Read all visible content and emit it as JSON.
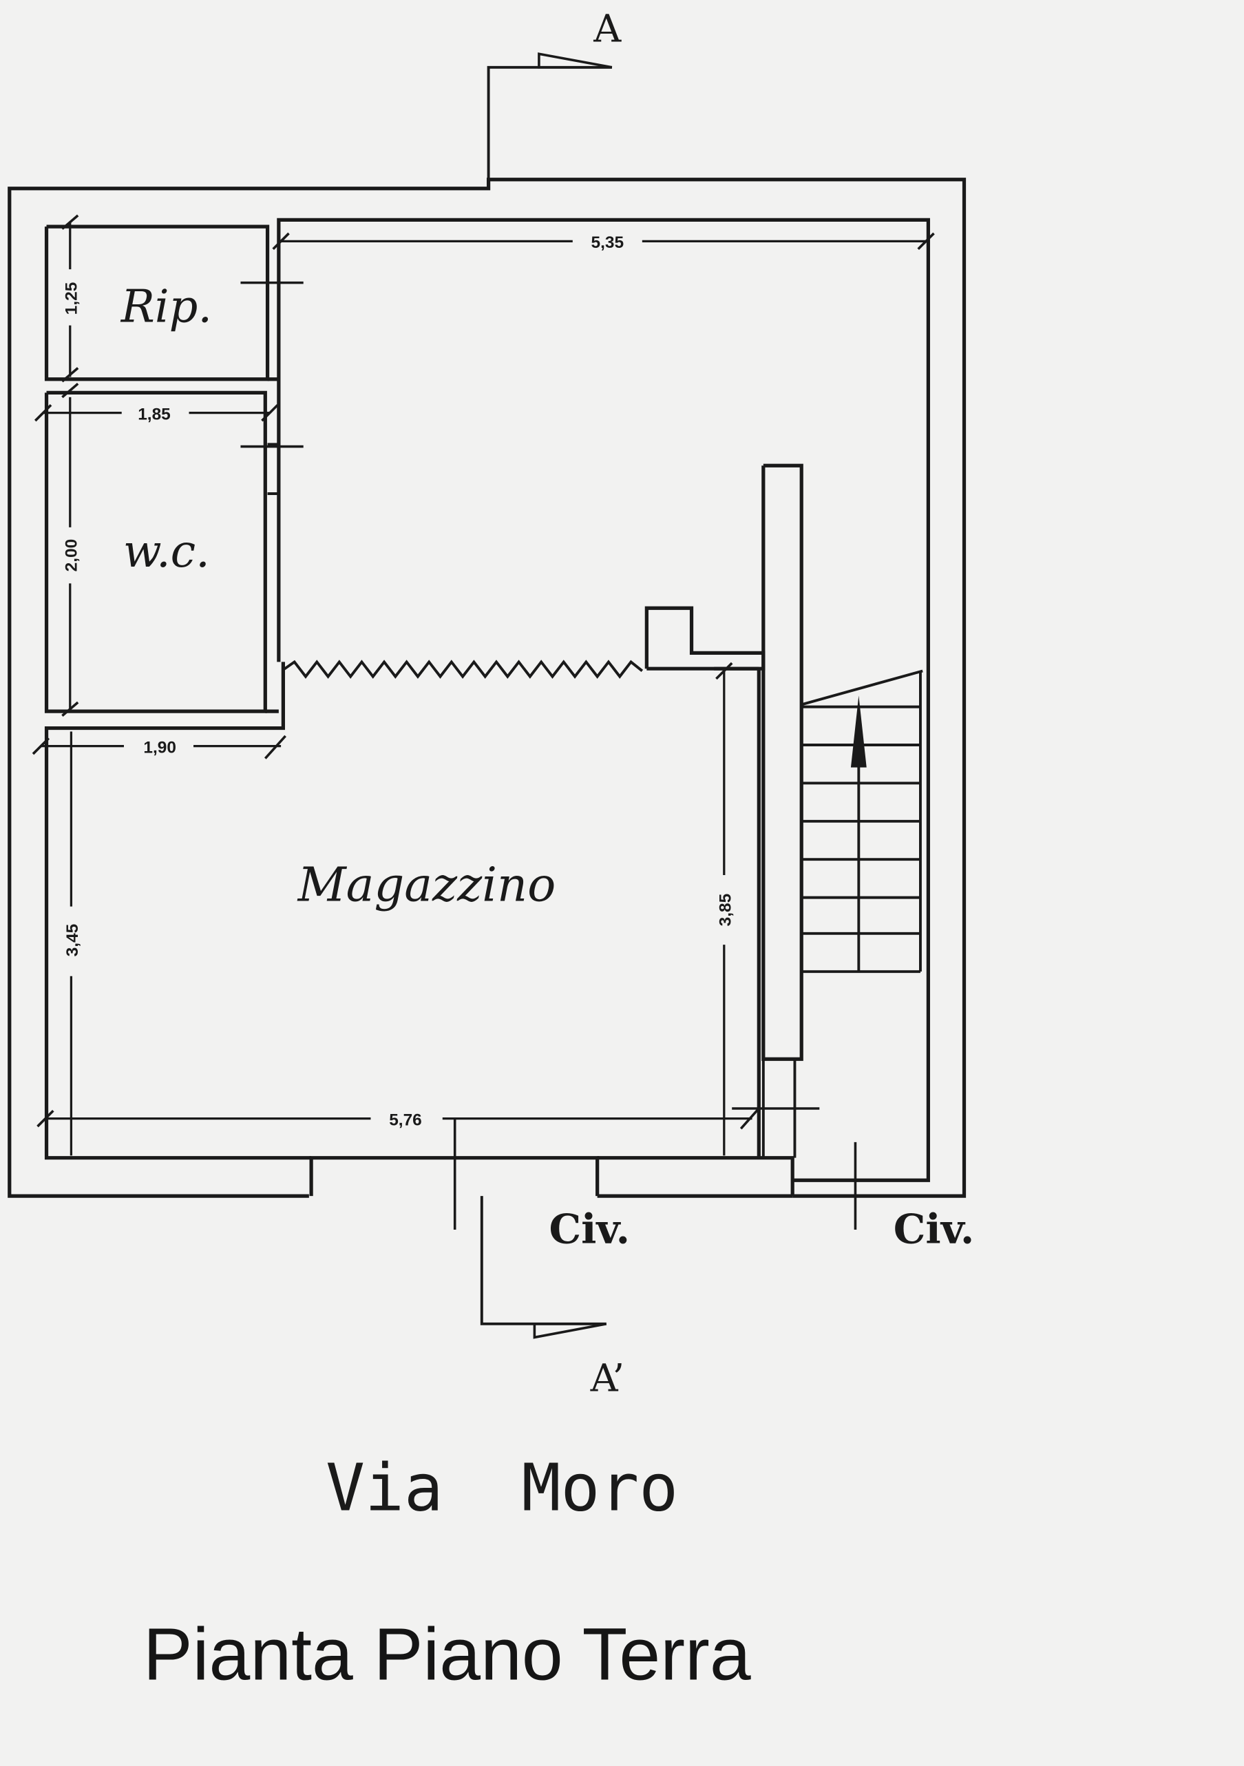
{
  "rooms": {
    "ripostiglio": "Rip.",
    "wc": "w.c.",
    "magazzino": "Magazzino"
  },
  "dimensions": {
    "rip_height": "1,25",
    "top_width": "5,35",
    "wc_width": "1,85",
    "wc_height": "2,00",
    "magazzino_left_width": "1,90",
    "magazzino_left_height": "3,45",
    "magazzino_right_height": "3,85",
    "bottom_width": "5,76"
  },
  "section_markers": {
    "top": "A",
    "bottom": "A’"
  },
  "entrances": {
    "left": "Civ.",
    "right": "Civ."
  },
  "street": "Via  Moro",
  "title": "Pianta Piano Terra"
}
